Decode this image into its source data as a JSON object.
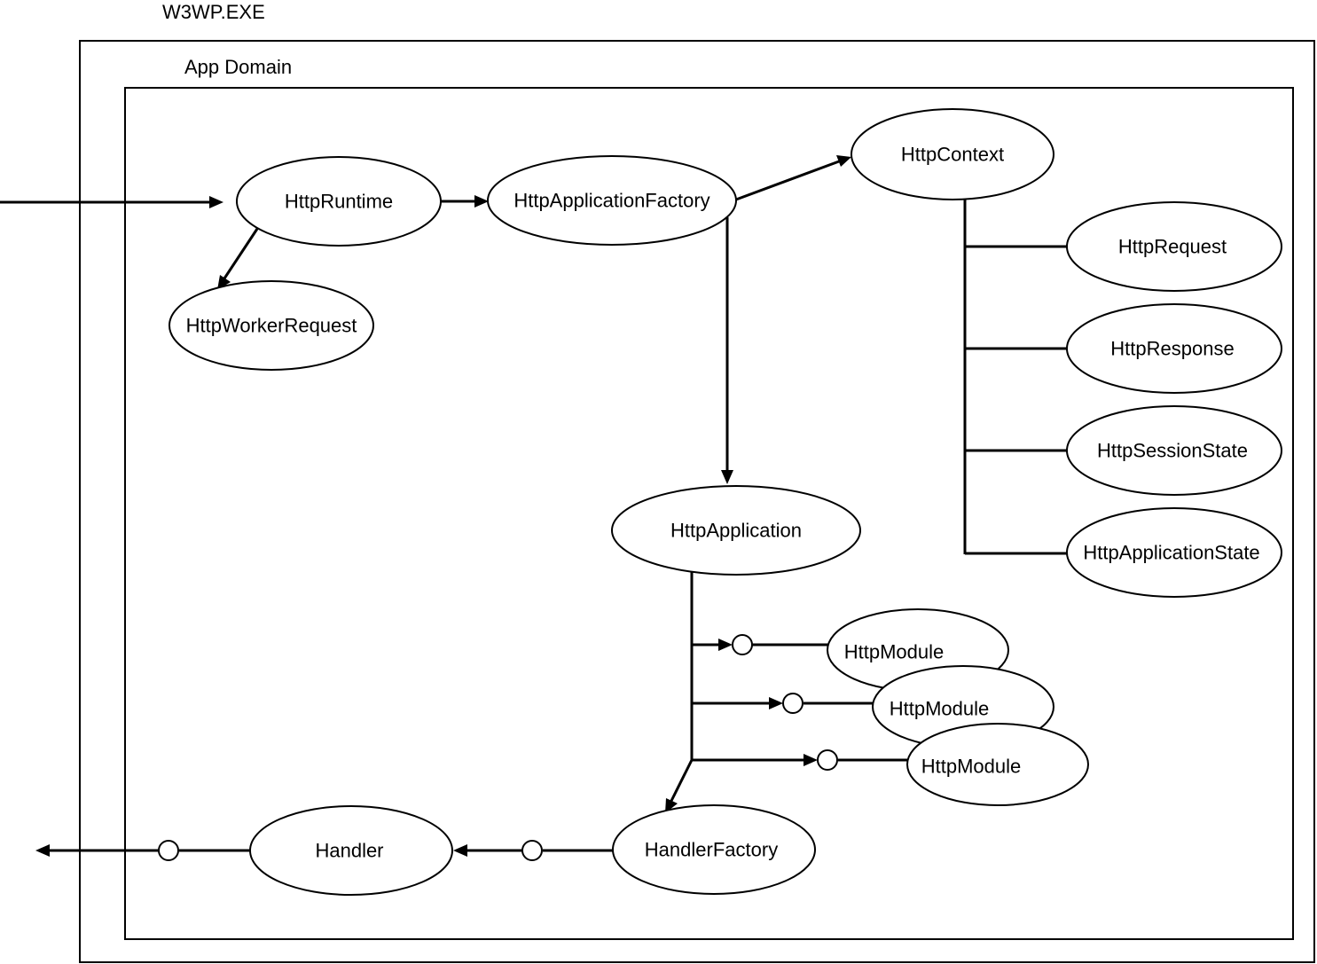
{
  "outer_box": {
    "label": "W3WP.EXE"
  },
  "inner_box": {
    "label": "App Domain"
  },
  "nodes": {
    "http_runtime": "HttpRuntime",
    "http_worker_request": "HttpWorkerRequest",
    "http_application_factory": "HttpApplicationFactory",
    "http_context": "HttpContext",
    "http_request": "HttpRequest",
    "http_response": "HttpResponse",
    "http_session_state": "HttpSessionState",
    "http_application_state": "HttpApplicationState",
    "http_application": "HttpApplication",
    "http_module_1": "HttpModule",
    "http_module_2": "HttpModule",
    "http_module_3": "HttpModule",
    "handler_factory": "HandlerFactory",
    "handler": "Handler"
  }
}
